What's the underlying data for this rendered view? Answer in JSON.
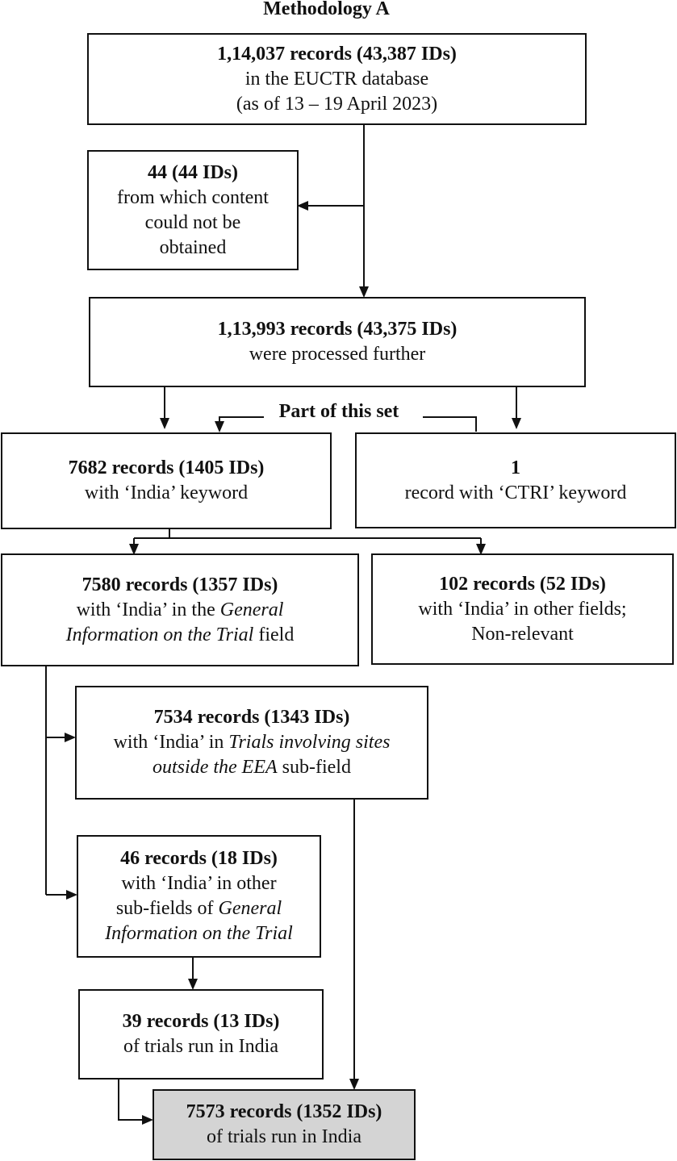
{
  "title": "Methodology A",
  "nodes": {
    "total": {
      "bold": "1,14,037 records (43,387 IDs)",
      "line2": "in the EUCTR database",
      "line3": "(as of 13 – 19 April 2023)"
    },
    "excluded": {
      "bold": "44 (44 IDs)",
      "line2": "from which content",
      "line3": "could not be",
      "line4": "obtained"
    },
    "processed": {
      "bold": "1,13,993 records (43,375 IDs)",
      "line2": "were processed further"
    },
    "subset_label": "Part of this set",
    "india_keyword": {
      "bold": "7682 records (1405 IDs)",
      "line2": "with ‘India’ keyword"
    },
    "ctri_keyword": {
      "bold": "1",
      "line2": "record with ‘CTRI’ keyword"
    },
    "general_info": {
      "bold": "7580 records (1357 IDs)",
      "line2_pre": "with ‘India’ in the ",
      "line2_italic": "General",
      "line3_italic": "Information on the Trial",
      "line3_post": " field"
    },
    "other_fields": {
      "bold": "102 records (52 IDs)",
      "line2": "with ‘India’ in other fields;",
      "line3": "Non-relevant"
    },
    "sites_outside": {
      "bold": "7534 records (1343 IDs)",
      "line2_pre": "with ‘India’ in ",
      "line2_italic": "Trials involving sites",
      "line3_italic": "outside the EEA",
      "line3_post": " sub-field"
    },
    "other_subfields": {
      "bold": "46 records (18 IDs)",
      "line2": "with ‘India’ in other",
      "line3_pre": "sub-fields of ",
      "line3_italic": "General",
      "line4_italic": "Information on the Trial"
    },
    "run_in_india_small": {
      "bold": "39 records (13 IDs)",
      "line2": "of trials run in India"
    },
    "final": {
      "bold": "7573 records (1352 IDs)",
      "line2": "of trials run in India"
    }
  },
  "colors": {
    "line": "#111111",
    "final_fill": "#d4d4d4"
  }
}
